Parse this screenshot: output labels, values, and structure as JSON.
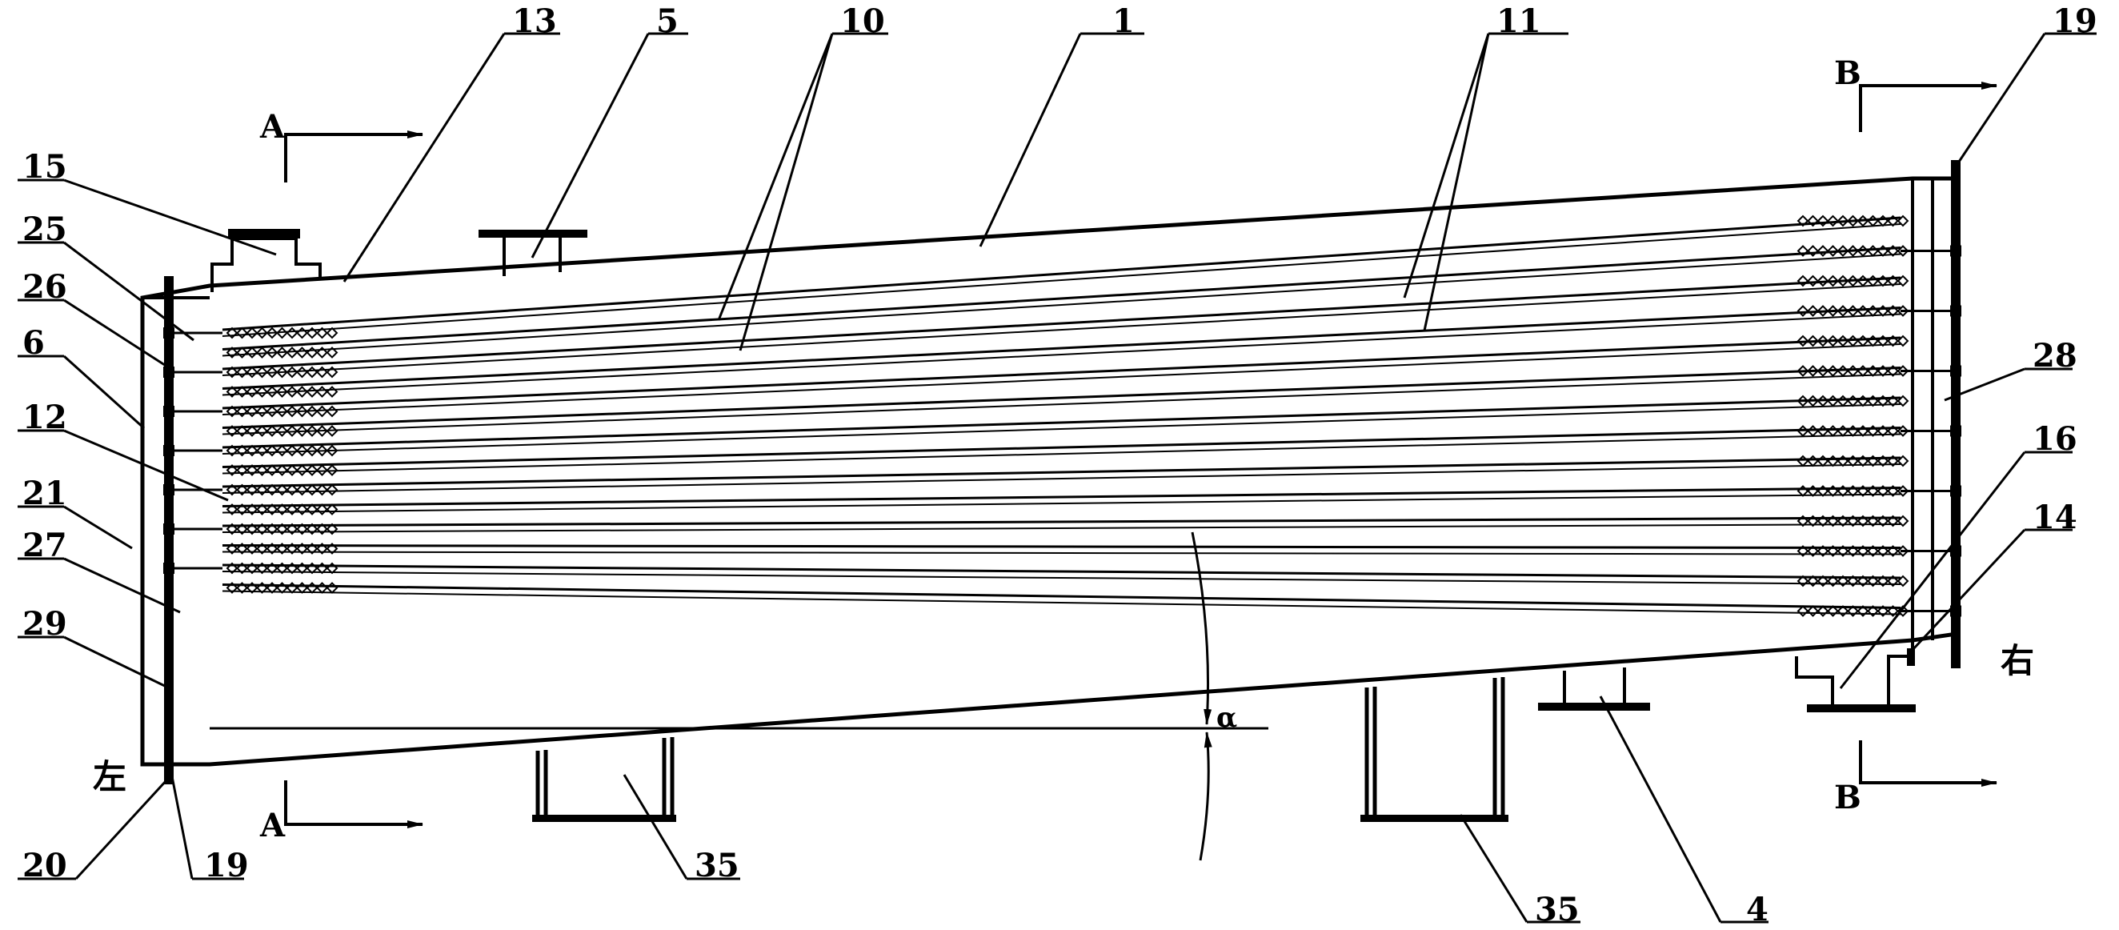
{
  "labels": {
    "l1": "1",
    "l4": "4",
    "l5": "5",
    "l6": "6",
    "l10": "10",
    "l11": "11",
    "l12": "12",
    "l13": "13",
    "l14": "14",
    "l15": "15",
    "l16": "16",
    "l19a": "19",
    "l19b": "19",
    "l20": "20",
    "l21": "21",
    "l25": "25",
    "l26": "26",
    "l27": "27",
    "l28": "28",
    "l29": "29",
    "l35a": "35",
    "l35b": "35"
  },
  "section_marks": {
    "a_top": "A",
    "a_bottom": "A",
    "b_top": "B",
    "b_bottom": "B"
  },
  "side_marks": {
    "left": "左",
    "right": "右"
  },
  "angle_symbol": "α"
}
